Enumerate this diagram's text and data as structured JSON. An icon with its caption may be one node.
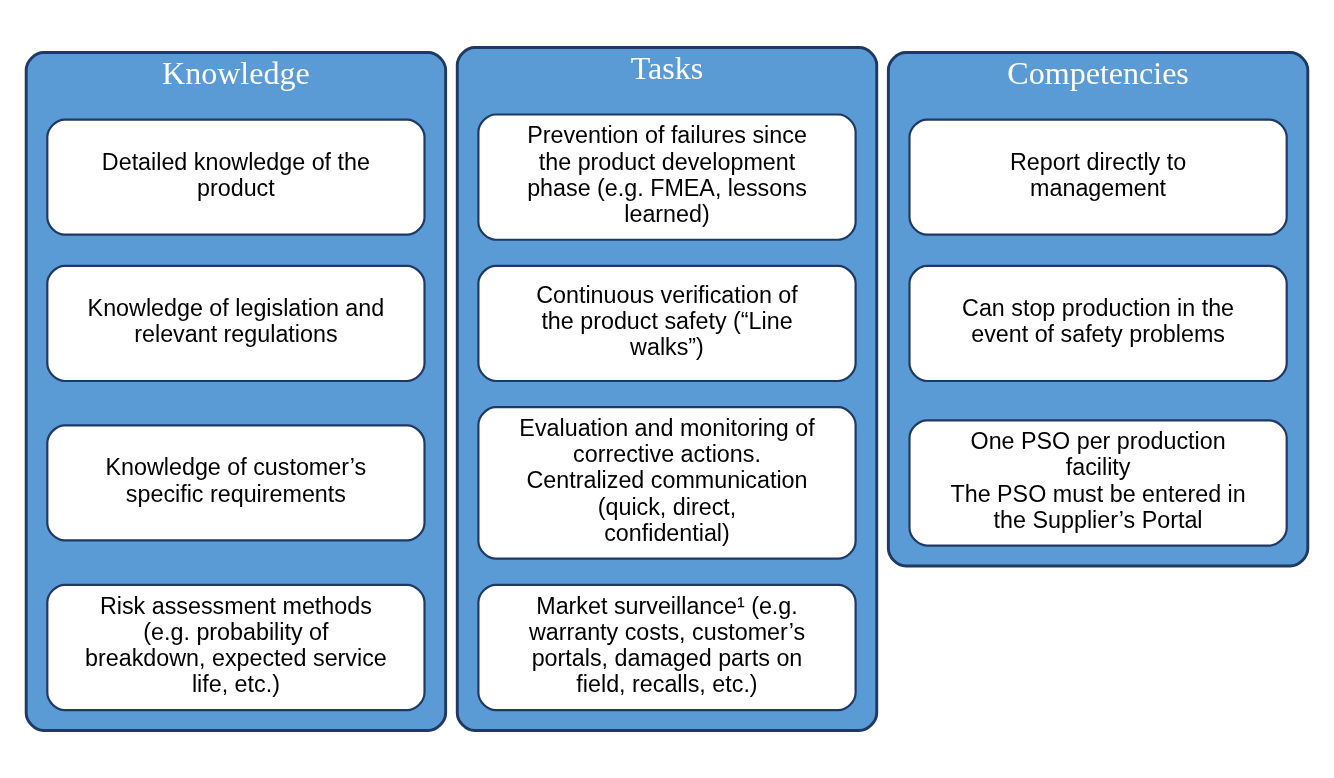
{
  "diagram": {
    "nodes": [
      {
        "text": [
          "Knowledge"
        ]
      },
      {
        "text": [
          "Detailed knowledge of the product"
        ],
        "in": 0
      },
      {
        "text": [
          "Knowledge of legislation and relevant regulations"
        ],
        "in": 0
      },
      {
        "text": [
          "Knowledge of customer’s specific requirements"
        ],
        "in": 0
      },
      {
        "text": [
          "Risk assessment methods (e.g. probability of breakdown, expected service life, etc.)"
        ],
        "in": 0
      },
      {
        "text": [
          "Tasks"
        ]
      },
      {
        "text": [
          "Prevention of failures since the product development phase (e.g. FMEA, lessons learned)"
        ],
        "in": 5
      },
      {
        "text": [
          "Continuous verification of the product safety (“Line walks”)"
        ],
        "in": 5
      },
      {
        "text": [
          "Evaluation and monitoring of corrective actions. Centralized communication (quick, direct, confidential)"
        ],
        "in": 5
      },
      {
        "text": [
          "Market surveillance¹ (e.g. warranty costs, customer’s portals, damaged parts on field, recalls, etc.)"
        ],
        "in": 5
      },
      {
        "text": [
          "Competencies"
        ]
      },
      {
        "text": [
          "Report directly to management"
        ],
        "in": 10
      },
      {
        "text": [
          "Can stop production in the event of safety problems"
        ],
        "in": 10
      },
      {
        "text": [
          "One PSO per production facility",
          "The PSO must be entered in the Supplier’s Portal"
        ],
        "in": 10
      }
    ],
    "edges": []
  }
}
